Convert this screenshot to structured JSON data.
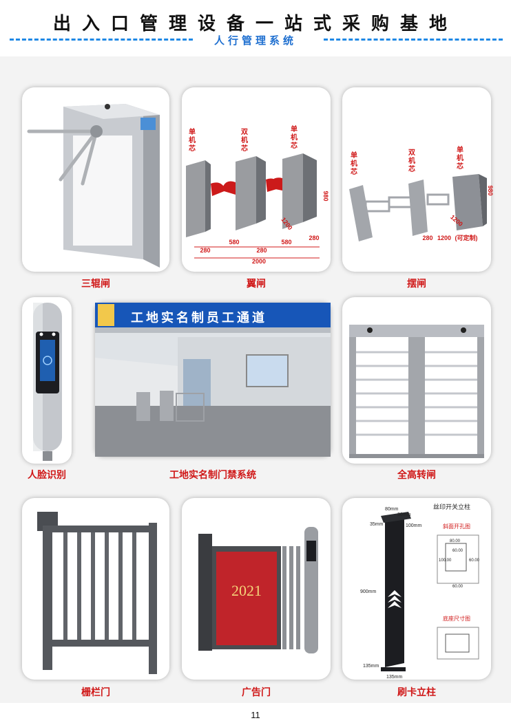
{
  "header": {
    "title": "出入口管理设备一站式采购基地",
    "subtitle": "人行管理系统"
  },
  "products": [
    {
      "name": "三辊闸"
    },
    {
      "name": "翼闸"
    },
    {
      "name": "摆闸"
    },
    {
      "name": "人脸识别"
    },
    {
      "name": "工地实名制门禁系统"
    },
    {
      "name": "全高转闸"
    },
    {
      "name": "栅栏门"
    },
    {
      "name": "广告门"
    },
    {
      "name": "刷卡立柱"
    }
  ],
  "wing_gate": {
    "labels": [
      "单机芯",
      "双机芯",
      "单机芯"
    ],
    "dims": [
      "280",
      "580",
      "280",
      "580",
      "280",
      "2000",
      "1200",
      "980"
    ]
  },
  "swing_gate": {
    "labels": [
      "单机芯",
      "双机芯",
      "单机芯"
    ],
    "dims": [
      "280",
      "1200",
      "(可定制)",
      "1200",
      "980"
    ]
  },
  "site_sign": {
    "text": "工地实名制员工通道"
  },
  "ad_door": {
    "year": "2021"
  },
  "card_post": {
    "heading": "丝印开关立柱",
    "sub1": "斜面开孔图",
    "sub2": "底座尺寸图",
    "dims": [
      "80mm",
      "30mm",
      "35mm",
      "100mm",
      "900mm",
      "135mm",
      "135mm",
      "80.00",
      "60.00",
      "100.00",
      "60.00",
      "60.00"
    ]
  },
  "page_number": "11",
  "colors": {
    "accent_red": "#d01818",
    "accent_blue": "#1e88e5",
    "steel": "#b9bcc2",
    "dark_steel": "#4a4d52"
  }
}
